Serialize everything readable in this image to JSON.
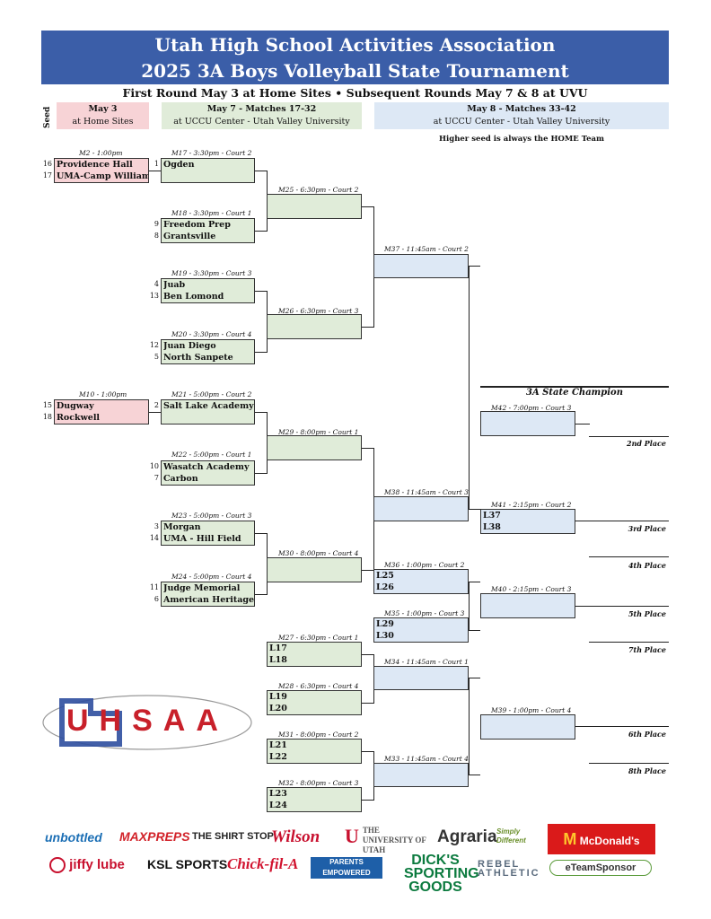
{
  "header": {
    "line1": "Utah High School Activities Association",
    "line2": "2025 3A Boys Volleyball State Tournament",
    "subtitle": "First Round May 3 at Home Sites  •  Subsequent Rounds May 7 & 8 at UVU"
  },
  "columns": {
    "seed": "Seed",
    "c1_line1": "May 3",
    "c1_line2": "at Home Sites",
    "c2_line1": "May 7  - Matches 17-32",
    "c2_line2": "at UCCU Center - Utah Valley University",
    "c3_line1": "May 8 - Matches 33-42",
    "c3_line2": "at UCCU Center - Utah Valley University"
  },
  "note": "Higher seed is always the HOME Team",
  "champion_label": "3A State Champion",
  "matches": {
    "m2": "M2 - 1:00pm",
    "m10": "M10 - 1:00pm",
    "m17": "M17 - 3:30pm - Court 2",
    "m18": "M18 - 3:30pm - Court 1",
    "m19": "M19 - 3:30pm - Court 3",
    "m20": "M20 - 3:30pm - Court 4",
    "m21": "M21 - 5:00pm - Court 2",
    "m22": "M22 - 5:00pm - Court 1",
    "m23": "M23 - 5:00pm - Court 3",
    "m24": "M24 - 5:00pm - Court 4",
    "m25": "M25 - 6:30pm - Court 2",
    "m26": "M26 - 6:30pm - Court 3",
    "m27": "M27 - 6:30pm - Court 1",
    "m28": "M28 - 6:30pm - Court 4",
    "m29": "M29 - 8:00pm - Court 1",
    "m30": "M30 - 8:00pm - Court 4",
    "m31": "M31 - 8:00pm - Court 2",
    "m32": "M32 - 8:00pm - Court 3",
    "m33": "M33 - 11:45am - Court 4",
    "m34": "M34 - 11:45am - Court 1",
    "m35": "M35 - 1:00pm - Court 3",
    "m36": "M36 - 1:00pm - Court 2",
    "m37": "M37 - 11:45am - Court 2",
    "m38": "M38 - 11:45am - Court 3",
    "m39": "M39 - 1:00pm - Court 4",
    "m40": "M40 - 2:15pm - Court 3",
    "m41": "M41 - 2:15pm - Court 2",
    "m42": "M42 - 7:00pm - Court 3"
  },
  "teams": {
    "t16": "Providence Hall",
    "t17": "UMA-Camp Williams",
    "t1": "Ogden",
    "t9": "Freedom Prep",
    "t8": "Grantsville",
    "t4": "Juab",
    "t13": "Ben Lomond",
    "t12": "Juan Diego",
    "t5": "North Sanpete",
    "t15": "Dugway",
    "t18": "Rockwell",
    "t2": "Salt Lake Academy",
    "t10": "Wasatch Academy",
    "t7": "Carbon",
    "t3": "Morgan",
    "t14": "UMA - Hill Field",
    "t11": "Judge Memorial",
    "t6": "American Heritage"
  },
  "seeds": {
    "s16": "16",
    "s17": "17",
    "s1": "1",
    "s9": "9",
    "s8": "8",
    "s4": "4",
    "s13": "13",
    "s12": "12",
    "s5": "5",
    "s15": "15",
    "s18": "18",
    "s2": "2",
    "s10": "10",
    "s7": "7",
    "s3": "3",
    "s14": "14",
    "s11": "11",
    "s6": "6"
  },
  "losers": {
    "l17": "L17",
    "l18": "L18",
    "l19": "L19",
    "l20": "L20",
    "l21": "L21",
    "l22": "L22",
    "l23": "L23",
    "l24": "L24",
    "l25": "L25",
    "l26": "L26",
    "l29": "L29",
    "l30": "L30",
    "l37": "L37",
    "l38": "L38"
  },
  "places": {
    "p2": "2nd Place",
    "p3": "3rd Place",
    "p4": "4th Place",
    "p5": "5th Place",
    "p7": "7th Place",
    "p6": "6th Place",
    "p8": "8th Place"
  },
  "logo": "UHSAA",
  "sponsors": {
    "s1": "unbottled",
    "s2": "MAXPREPS",
    "s3": "THE SHIRT STOP",
    "s4": "Wilson",
    "s5": "THE UNIVERSITY OF UTAH",
    "s6": "Agraria",
    "s7": "Simply Different",
    "s8": "McDonald's",
    "s9": "jiffy lube",
    "s10": "KSL SPORTS",
    "s11": "Chick-fil-A",
    "s12": "PARENTS EMPOWERED",
    "s13": "DICK'S SPORTING GOODS",
    "s14": "REBEL ATHLETIC",
    "s15": "eTeamSponsor"
  },
  "colors": {
    "banner": "#3b5ea8",
    "pink": "#f7d3d6",
    "green": "#e0ecd9",
    "blue": "#dde8f5",
    "logo_red": "#c8202a"
  }
}
